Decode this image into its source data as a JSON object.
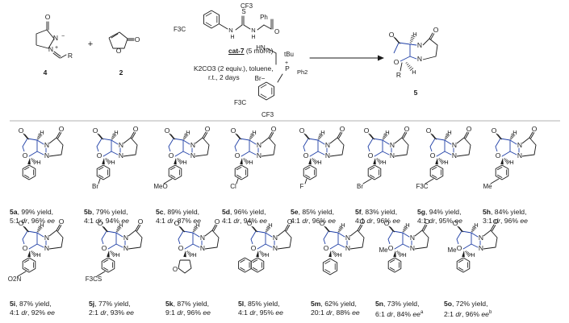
{
  "scheme": {
    "reactant_1": {
      "number": "4",
      "atom_labels": [
        "O",
        "N",
        "N",
        "R",
        "+",
        "−"
      ]
    },
    "reactant_2": {
      "number": "2",
      "atom_labels": [
        "O",
        "O"
      ]
    },
    "plus": "+",
    "catalyst": {
      "atom_labels": [
        "CF3",
        "F3C",
        "S",
        "N",
        "H",
        "N",
        "H",
        "Ph",
        "O",
        "HN",
        "tBu",
        "P",
        "+",
        "Ph2",
        "Br−",
        "F3C",
        "CF3"
      ],
      "name": "cat-7",
      "loading": "(5 mol%)"
    },
    "conditions": [
      "K2CO3 (2 equiv.), toluene,",
      "r.t., 2 days"
    ],
    "product": {
      "number": "5",
      "atom_labels": [
        "O",
        "O",
        "N",
        "N",
        "H",
        "R",
        "H",
        "O"
      ]
    }
  },
  "products": [
    {
      "id": "5a",
      "yield": "99% yield,",
      "dr": "5:1",
      "ee": "96%",
      "note": "",
      "substituent": ""
    },
    {
      "id": "5b",
      "yield": "79% yield,",
      "dr": "4:1",
      "ee": "94%",
      "note": "",
      "substituent": "Br"
    },
    {
      "id": "5c",
      "yield": "89% yield,",
      "dr": "4:1",
      "ee": "87%",
      "note": "",
      "substituent": "MeO"
    },
    {
      "id": "5d",
      "yield": "96% yield,",
      "dr": "4:1",
      "ee": "94%",
      "note": "",
      "substituent": "Cl"
    },
    {
      "id": "5e",
      "yield": "85% yield,",
      "dr": "4:1",
      "ee": "96%",
      "note": "",
      "substituent": "F"
    },
    {
      "id": "5f",
      "yield": "83% yield,",
      "dr": "4:1",
      "ee": "96%",
      "note": "",
      "substituent": "Br"
    },
    {
      "id": "5g",
      "yield": "94% yield,",
      "dr": "4:1",
      "ee": "95%",
      "note": "",
      "substituent": "F3C"
    },
    {
      "id": "5h",
      "yield": "84% yield,",
      "dr": "3:1",
      "ee": "96%",
      "note": "",
      "substituent": "Me"
    },
    {
      "id": "5i",
      "yield": "87% yield,",
      "dr": "4:1",
      "ee": "92%",
      "note": "",
      "substituent": "O2N"
    },
    {
      "id": "5j",
      "yield": "77% yield,",
      "dr": "2:1",
      "ee": "93%",
      "note": "",
      "substituent": "F3CS"
    },
    {
      "id": "5k",
      "yield": "87% yield,",
      "dr": "9:1",
      "ee": "96%",
      "note": "",
      "substituent": "O"
    },
    {
      "id": "5l",
      "yield": "85% yield,",
      "dr": "4:1",
      "ee": "95%",
      "note": "",
      "substituent": ""
    },
    {
      "id": "5m",
      "yield": "62% yield,",
      "dr": "20:1",
      "ee": "88%",
      "note": "",
      "substituent": ""
    },
    {
      "id": "5n",
      "yield": "73% yield,",
      "dr": "6:1",
      "ee": "84%",
      "note": "a",
      "substituent": "Me"
    },
    {
      "id": "5o",
      "yield": "72% yield,",
      "dr": "2:1",
      "ee": "96%",
      "note": "b",
      "substituent": "Me"
    }
  ],
  "units": {
    "dr": "dr",
    "ee": "ee"
  },
  "core_labels": {
    "O": "O",
    "N": "N",
    "H": "H"
  },
  "colors": {
    "ink": "#1a1a1a",
    "highlight": "#1f3fa6",
    "rule": "#999999"
  }
}
